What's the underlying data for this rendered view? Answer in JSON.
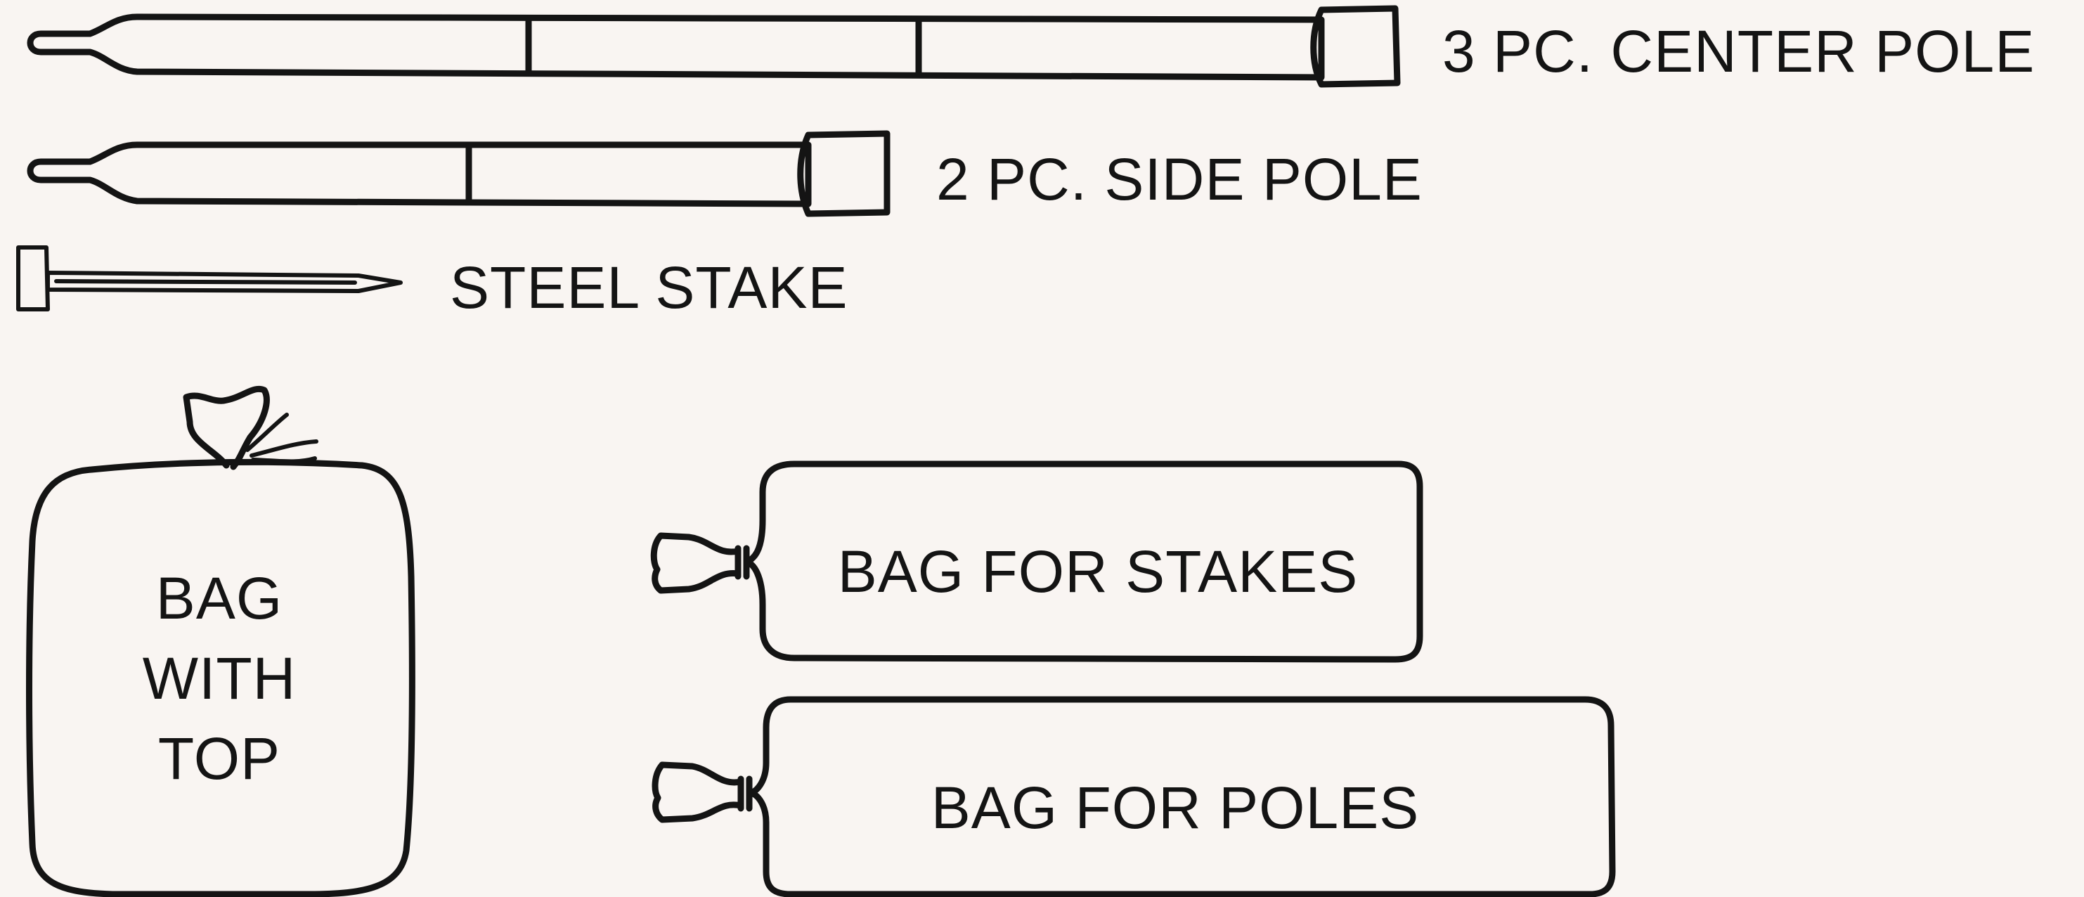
{
  "items": {
    "center_pole": {
      "label": "3 PC. CENTER POLE"
    },
    "side_pole": {
      "label": "2 PC. SIDE POLE"
    },
    "steel_stake": {
      "label": "STEEL STAKE"
    },
    "bag_with_top": {
      "line1": "BAG",
      "line2": "WITH",
      "line3": "TOP"
    },
    "bag_for_stakes": {
      "label": "BAG FOR STAKES"
    },
    "bag_for_poles": {
      "label": "BAG FOR POLES"
    }
  },
  "colors": {
    "background": "#f9f5f2",
    "ink": "#141414"
  }
}
